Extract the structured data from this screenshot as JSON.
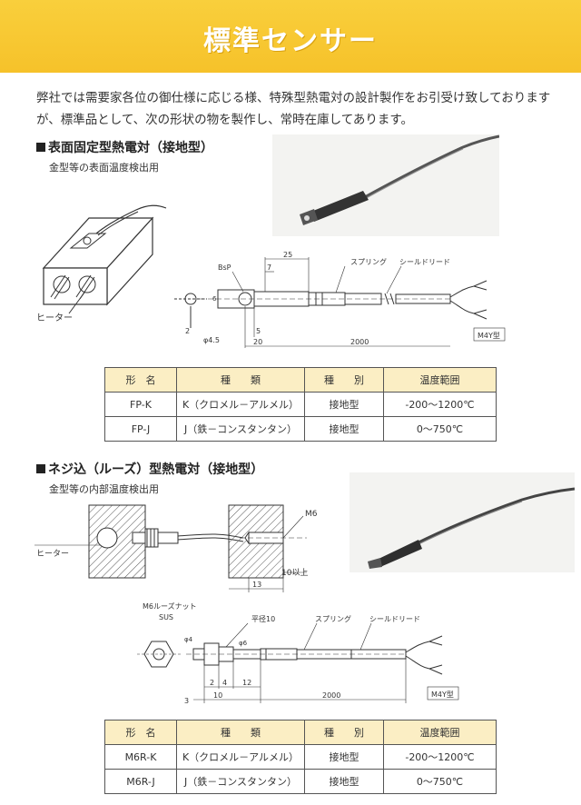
{
  "page_title": "標準センサー",
  "intro": [
    "弊社では需要家各位の御仕様に応じる様、特殊型熱電対の設計製作をお引受け致しております",
    "が、標準品として、次の形状の物を製作し、常時在庫してあります。"
  ],
  "section1": {
    "title": "表面固定型熱電対（接地型）",
    "subtitle": "金型等の表面温度検出用",
    "heater_label": "ヒーター",
    "dims": {
      "bsp": "BsP",
      "d25": "25",
      "d7": "7",
      "d6": "6",
      "d2": "2",
      "phi45": "φ4.5",
      "d5": "5",
      "d20": "20",
      "d2000": "2000",
      "spring": "スプリング",
      "shield": "シールドリード",
      "m4y": "M4Y型"
    },
    "table": {
      "headers": [
        "形　名",
        "種　　類",
        "種　　別",
        "温度範囲"
      ],
      "rows": [
        [
          "FP-K",
          "K（クロメル－アルメル）",
          "接地型",
          "-200～1200℃"
        ],
        [
          "FP-J",
          "J（鉄－コンスタンタン）",
          "接地型",
          "0～750℃"
        ]
      ]
    }
  },
  "section2": {
    "title": "ネジ込（ルーズ）型熱電対（接地型）",
    "subtitle": "金型等の内部温度検出用",
    "heater_label": "ヒーター",
    "m6": "M6",
    "d10ijo": "10以上",
    "d13": "13",
    "dims": {
      "nut": "M6ルーズナット",
      "sus": "SUS",
      "heikei": "平径10",
      "phi4": "φ4",
      "phi6": "φ6",
      "d2": "2",
      "d4": "4",
      "d12": "12",
      "d3": "3",
      "d10": "10",
      "d2000": "2000",
      "spring": "スプリング",
      "shield": "シールドリード",
      "m4y": "M4Y型"
    },
    "table": {
      "headers": [
        "形　名",
        "種　　類",
        "種　　別",
        "温度範囲"
      ],
      "rows": [
        [
          "M6R-K",
          "K（クロメル－アルメル）",
          "接地型",
          "-200～1200℃"
        ],
        [
          "M6R-J",
          "J（鉄－コンスタンタン）",
          "接地型",
          "0～750℃"
        ]
      ]
    }
  }
}
